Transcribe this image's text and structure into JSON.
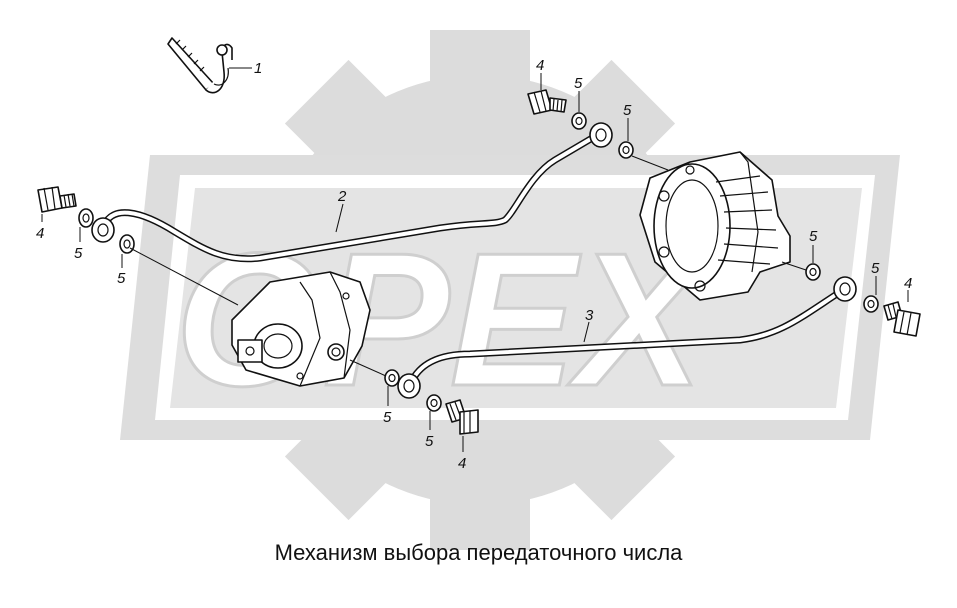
{
  "caption": "Механизм выбора передаточного числа",
  "watermark": "OPEX",
  "colors": {
    "line": "#111111",
    "watermark_fill": "#e6e6e6",
    "watermark_gear": "#d9d9d9",
    "background": "#ffffff"
  },
  "callouts": {
    "c1": "1",
    "c2": "2",
    "c3": "3",
    "c4a": "4",
    "c4b": "4",
    "c4c": "4",
    "c4d": "4",
    "c5a": "5",
    "c5b": "5",
    "c5c": "5",
    "c5d": "5",
    "c5e": "5",
    "c5f": "5",
    "c5g": "5",
    "c5h": "5"
  }
}
